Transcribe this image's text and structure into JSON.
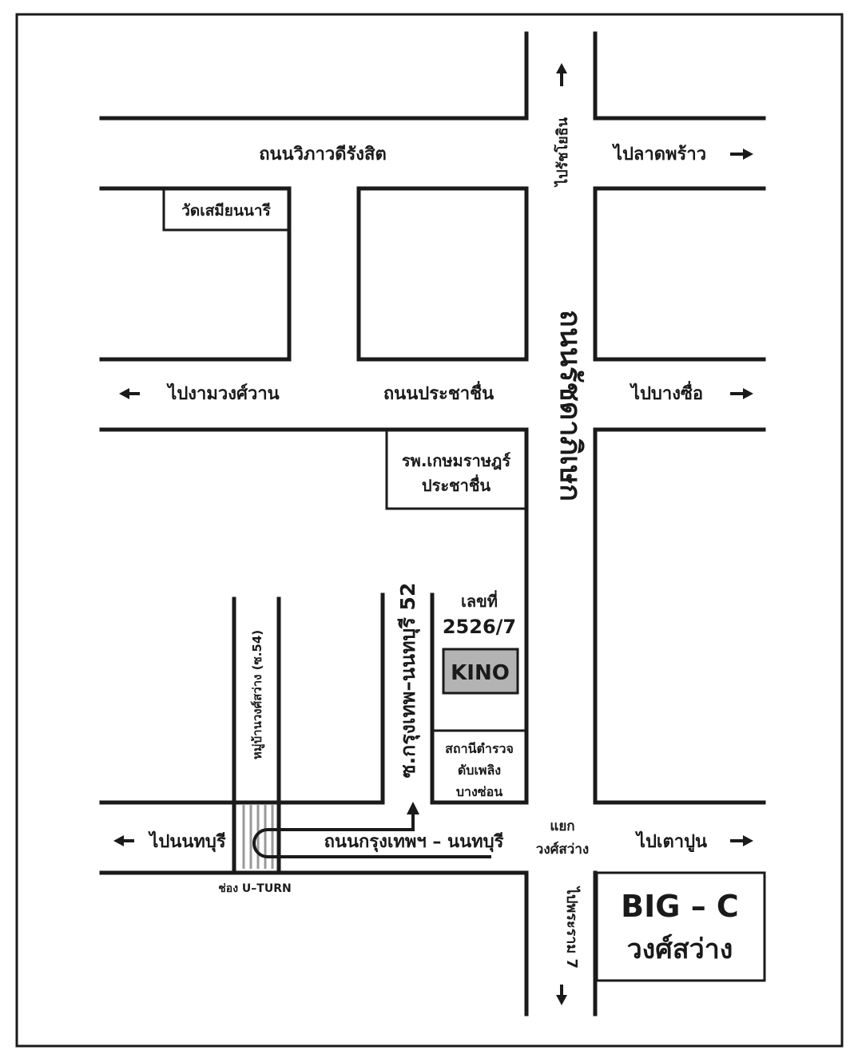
{
  "roads": {
    "vibhavadi": "ถนนวิภาวดีรังสิต",
    "pracha_chuen": "ถนนประชาชื่น",
    "krung_thep_nonthaburi": "ถนนกรุงเทพฯ – นนทบุรี",
    "main_vertical": "ถนนรัชดาภิเษก",
    "soi_52": "ซ.กรุงเทพ–นนทบุรี 52",
    "village_soi": "หมู่บ้านวงศ์สว่าง (ซ.54)"
  },
  "directions": {
    "north": "ไปรัชโยธิน",
    "east_top": "ไปลาดพร้าว",
    "west_mid": "ไปงามวงศ์วาน",
    "east_mid": "ไปบางซื่อ",
    "west_bottom": "ไปนนทบุรี",
    "east_bottom": "ไปเตาปูน",
    "south": "ไปพระราม 7"
  },
  "landmarks": {
    "temple": "วัดเสมียนนารี",
    "hospital_line1": "รพ.เกษมราษฎร์",
    "hospital_line2": "ประชาชื่น",
    "address_label": "เลขที่",
    "address_number": "2526/7",
    "kino": "KINO",
    "police_line1": "สถานีตำรวจ",
    "police_line2": "ดับเพลิง",
    "police_line3": "บางซ่อน",
    "intersection_line1": "แยก",
    "intersection_line2": "วงศ์สว่าง",
    "uturn": "ช่อง U–TURN",
    "bigc_line1": "BIG – C",
    "bigc_line2": "วงศ์สว่าง"
  },
  "colors": {
    "line": "#1a1a1a",
    "kino_box": "#b3b3b3",
    "crosswalk": "#999999"
  },
  "icons": [
    "arrow-up-icon",
    "arrow-down-icon",
    "arrow-left-icon",
    "arrow-right-icon"
  ]
}
